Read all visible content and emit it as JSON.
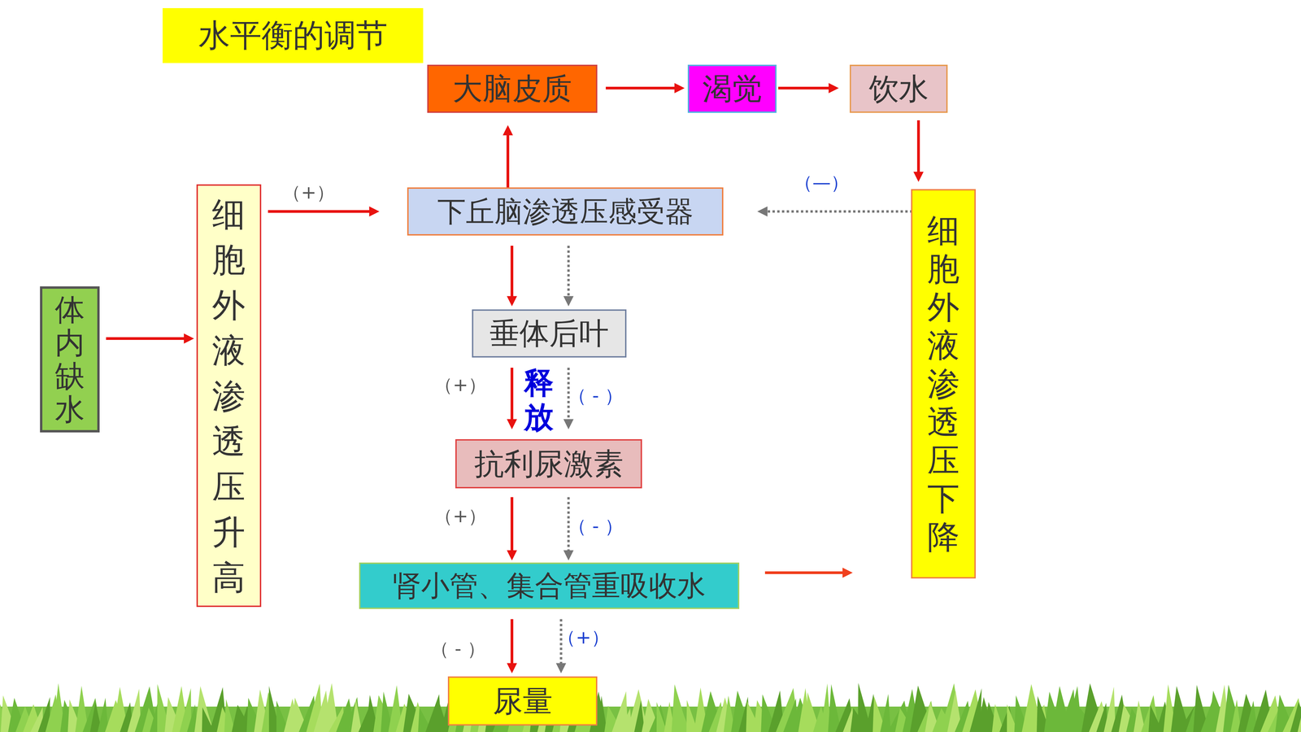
{
  "diagram": {
    "title": "水平衡的调节",
    "nodes": [
      {
        "text": [
          "大脑皮质"
        ]
      },
      {
        "text": [
          "渴觉"
        ]
      },
      {
        "text": [
          "饮水"
        ]
      },
      {
        "text": [
          "细胞外液渗透压升高"
        ]
      },
      {
        "text": [
          "下丘脑渗透压感受器"
        ]
      },
      {
        "text": [
          "细胞外液渗透压下降"
        ]
      },
      {
        "text": [
          "体内缺水"
        ]
      },
      {
        "text": [
          "垂体后叶"
        ]
      },
      {
        "text": [
          "抗利尿激素"
        ]
      },
      {
        "text": [
          "肾小管、集合管重吸收水"
        ]
      },
      {
        "text": [
          "尿量"
        ]
      }
    ],
    "edges": [
      {
        "from": 4,
        "to": 0,
        "arrow": "to"
      },
      {
        "from": 0,
        "to": 1,
        "arrow": "to"
      },
      {
        "from": 1,
        "to": 2,
        "arrow": "to"
      },
      {
        "from": 2,
        "to": 5,
        "arrow": "to"
      },
      {
        "from": 5,
        "to": 4,
        "arrow": "to",
        "label": "（—）"
      },
      {
        "from": 6,
        "to": 3,
        "arrow": "to"
      },
      {
        "from": 3,
        "to": 4,
        "arrow": "to",
        "label": "（+）"
      },
      {
        "from": 4,
        "to": 7,
        "arrow": "to"
      },
      {
        "from": 4,
        "to": 7,
        "arrow": "to"
      },
      {
        "from": 7,
        "to": 8,
        "arrow": "to",
        "label": "（+）"
      },
      {
        "from": 7,
        "to": 8,
        "arrow": "to",
        "label": "（ - ）"
      },
      {
        "from": 8,
        "to": 9,
        "arrow": "to",
        "label": "（+）"
      },
      {
        "from": 8,
        "to": 9,
        "arrow": "to",
        "label": "（ - ）"
      },
      {
        "from": 9,
        "to": 10,
        "arrow": "to",
        "label": "（ - ）"
      },
      {
        "from": 9,
        "to": 10,
        "arrow": "to",
        "label": "（+）"
      },
      {
        "from": 9,
        "to": 5,
        "arrow": "to"
      }
    ],
    "labels": [
      "释放"
    ]
  }
}
